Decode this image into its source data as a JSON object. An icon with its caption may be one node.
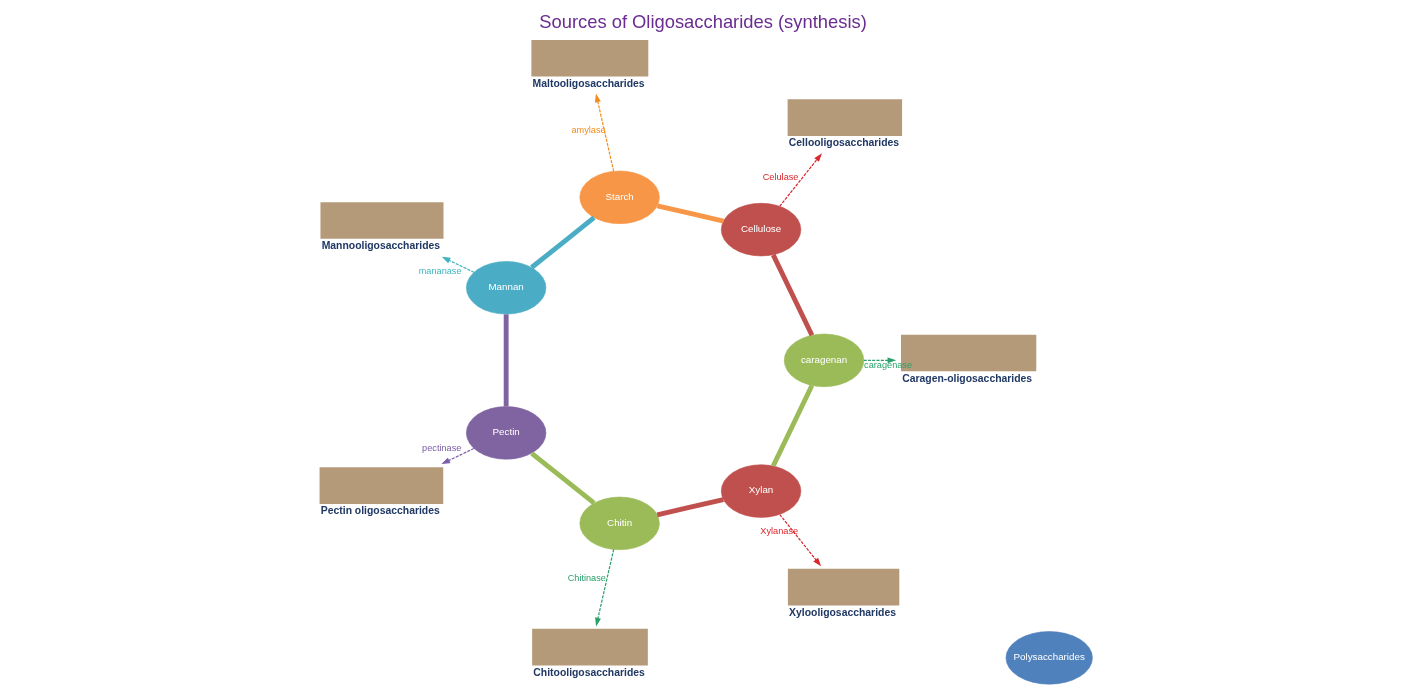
{
  "diagram": {
    "title": "Sources of Oligosaccharides (synthesis)",
    "nodes": [
      {
        "text": [
          "Xylan"
        ]
      },
      {
        "text": [
          "Chitin"
        ]
      },
      {
        "text": [
          "Pectin"
        ]
      },
      {
        "text": [
          "Mannan"
        ]
      },
      {
        "text": [
          "Starch"
        ]
      },
      {
        "text": [
          "Cellulose"
        ]
      },
      {
        "text": [
          "caragenan"
        ]
      },
      {
        "text": [
          "Polysaccharides"
        ]
      },
      {
        "text": [],
        "shape": "box",
        "beside": [
          "Xylooligosaccharides"
        ]
      },
      {
        "text": [],
        "shape": "box",
        "beside": [
          "Chitooligosaccharides"
        ]
      },
      {
        "text": [],
        "shape": "box",
        "beside": [
          "Pectin oligosaccharides"
        ]
      },
      {
        "text": [],
        "shape": "box",
        "beside": [
          "Mannooligosaccharides"
        ]
      },
      {
        "text": [],
        "shape": "box",
        "beside": [
          "Maltooligosaccharides"
        ]
      },
      {
        "text": [],
        "shape": "box",
        "beside": [
          "Cellooligosaccharides"
        ]
      },
      {
        "text": [],
        "shape": "box",
        "beside": [
          "Caragen-oligosaccharides"
        ]
      }
    ],
    "edges": [
      {
        "from": 0,
        "to": 1,
        "arrow": "none",
        "style": "thick",
        "color": "#c0504d"
      },
      {
        "from": 1,
        "to": 2,
        "arrow": "none",
        "style": "thick",
        "color": "#9bbb59"
      },
      {
        "from": 2,
        "to": 3,
        "arrow": "none",
        "style": "thick",
        "color": "#8064a2"
      },
      {
        "from": 3,
        "to": 4,
        "arrow": "none",
        "style": "thick",
        "color": "#4bacc6"
      },
      {
        "from": 4,
        "to": 5,
        "arrow": "none",
        "style": "thick",
        "color": "#f79646"
      },
      {
        "from": 5,
        "to": 6,
        "arrow": "none",
        "style": "thick",
        "color": "#c0504d"
      },
      {
        "from": 6,
        "to": 0,
        "arrow": "none",
        "style": "thick",
        "color": "#9bbb59"
      },
      {
        "from": 0,
        "to": 8,
        "arrow": "to",
        "label": "Xylanase",
        "style": "dashed",
        "color": "#d9262b"
      },
      {
        "from": 1,
        "to": 9,
        "arrow": "to",
        "label": "Chitinase",
        "style": "dashed",
        "color": "#2aa06a"
      },
      {
        "from": 2,
        "to": 10,
        "arrow": "to",
        "label": "pectinase",
        "style": "dashed",
        "color": "#7a5ca8"
      },
      {
        "from": 3,
        "to": 11,
        "arrow": "to",
        "label": "mananase",
        "style": "dashed",
        "color": "#3fb5c0"
      },
      {
        "from": 4,
        "to": 12,
        "arrow": "to",
        "label": "amylase",
        "style": "dashed",
        "color": "#f28c1c"
      },
      {
        "from": 5,
        "to": 13,
        "arrow": "to",
        "label": "Celulase",
        "style": "dashed",
        "color": "#d9262b"
      },
      {
        "from": 6,
        "to": 14,
        "arrow": "to",
        "label": "caragenase",
        "style": "dashed",
        "color": "#2aa06a"
      }
    ]
  }
}
